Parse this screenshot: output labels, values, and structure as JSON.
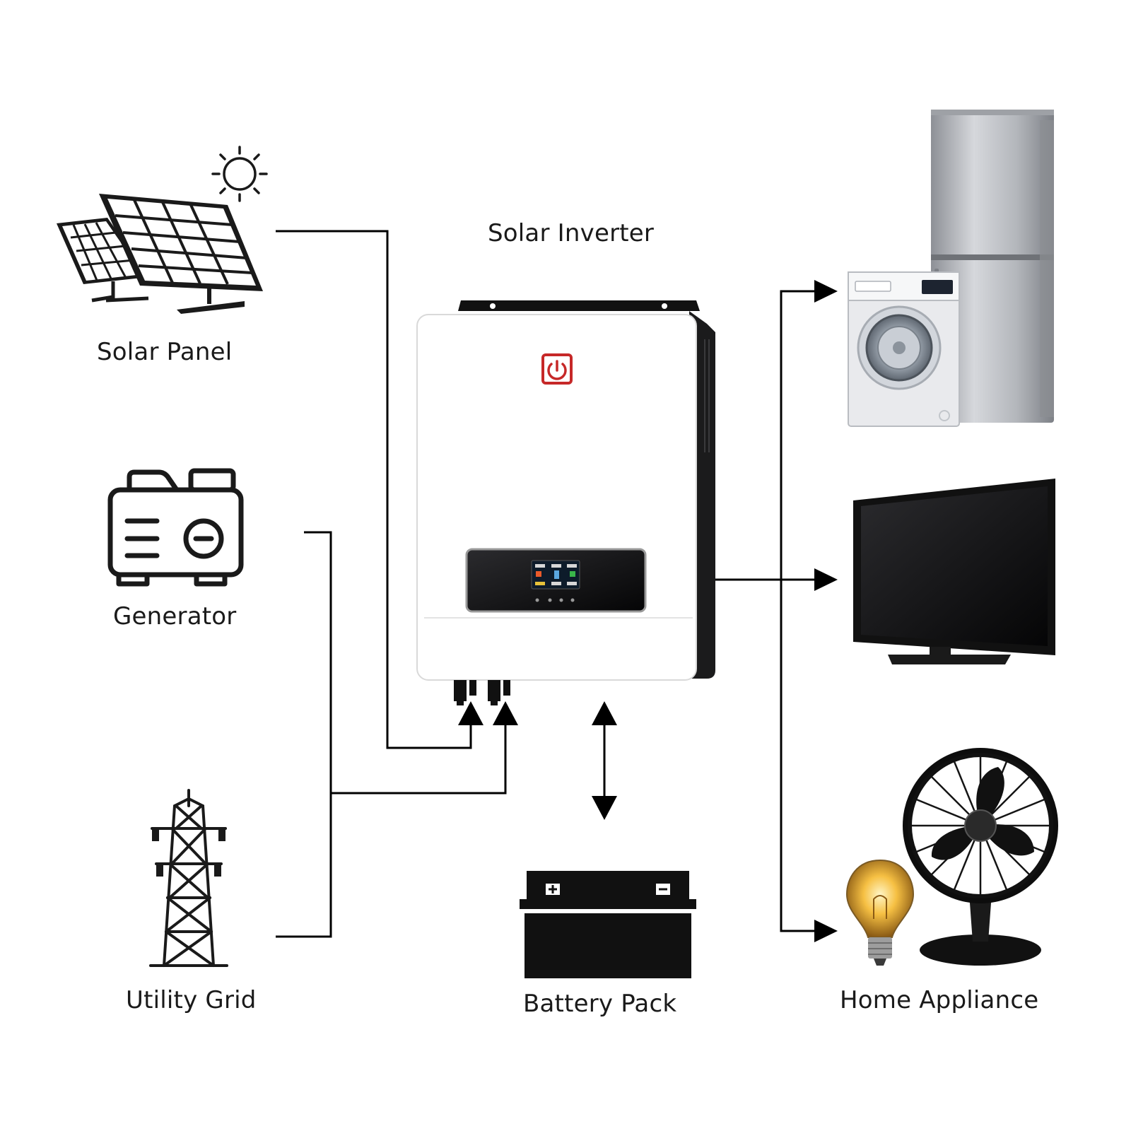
{
  "labels": {
    "solar_panel": "Solar Panel",
    "generator": "Generator",
    "utility_grid": "Utility Grid",
    "solar_inverter": "Solar Inverter",
    "battery_pack": "Battery Pack",
    "home_appliance": "Home Appliance"
  },
  "icons": {
    "solar_panel": "solar-panel-icon",
    "sun": "sun-icon",
    "generator": "generator-icon",
    "utility_grid": "transmission-tower-icon",
    "inverter": "solar-inverter-image",
    "battery": "battery-icon",
    "refrigerator": "refrigerator-image",
    "washing_machine": "washing-machine-image",
    "television": "television-image",
    "fan": "desk-fan-image",
    "bulb": "light-bulb-image"
  },
  "colors": {
    "line": "#000000",
    "inverter_logo": "#c62828",
    "background": "#ffffff"
  }
}
